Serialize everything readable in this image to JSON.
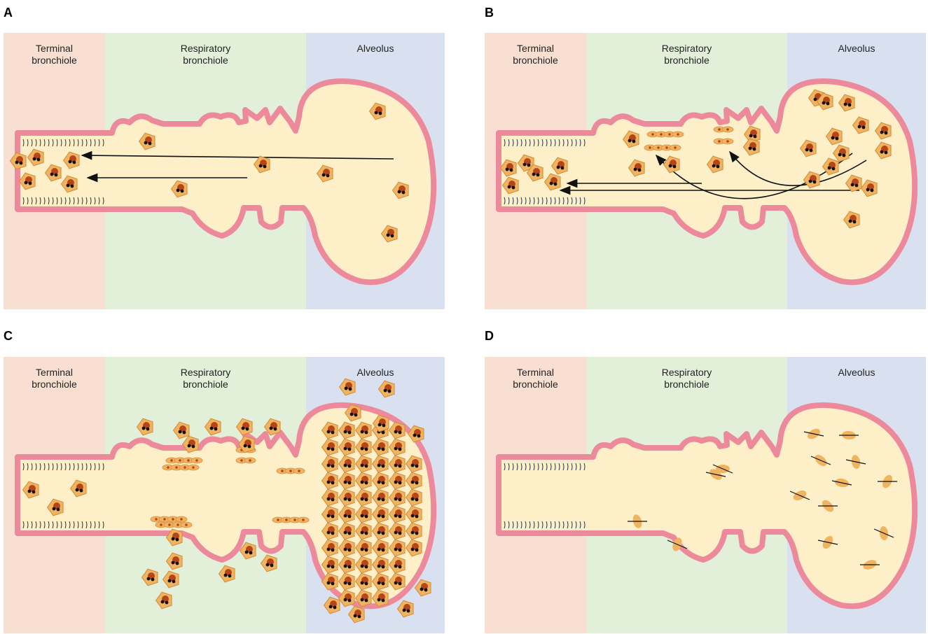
{
  "panels": [
    {
      "letter": "A",
      "regions": {
        "terminal": "Terminal\nbronchiole",
        "respiratory": "Respiratory\nbronchiole",
        "alveolus": "Alveolus"
      }
    },
    {
      "letter": "B",
      "regions": {
        "terminal": "Terminal\nbronchiole",
        "respiratory": "Respiratory\nbronchiole",
        "alveolus": "Alveolus"
      }
    },
    {
      "letter": "C",
      "regions": {
        "terminal": "Terminal\nbronchiole",
        "respiratory": "Respiratory\nbronchiole",
        "alveolus": "Alveolus"
      }
    },
    {
      "letter": "D",
      "regions": {
        "terminal": "Terminal\nbronchiole",
        "respiratory": "Respiratory\nbronchiole",
        "alveolus": "Alveolus"
      }
    }
  ],
  "colors": {
    "terminal_bg": "#f8dfd1",
    "respiratory_bg": "#e2efd9",
    "alveolus_bg": "#d9e1f1",
    "lumen": "#fdf0c8",
    "wall": "#ec8a9c",
    "cell_body": "#f0b35f",
    "cell_nucleus": "#b5451b",
    "particle": "#111111"
  }
}
